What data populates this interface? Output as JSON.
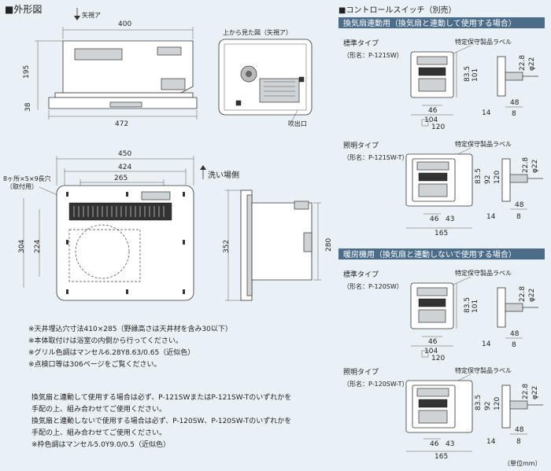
{
  "title": "■外形図",
  "drawing": {
    "arrow_a": "矢視ア",
    "top_view_label": "上から見た図（矢視ア）",
    "outlet": "吹出口",
    "wash_side": "洗い場側",
    "slot_label_1": "8ヶ所×5×9長穴",
    "slot_label_2": "（取付用）",
    "dims": {
      "d400": "400",
      "d195": "195",
      "d38": "38",
      "d472": "472",
      "d450": "450",
      "d424": "424",
      "d265": "265",
      "d304": "304",
      "d224": "224",
      "d352": "352",
      "d280": "280"
    }
  },
  "notes": [
    "※天井埋込穴寸法410×285（野縁高さは天井材を含み30以下）",
    "※本体取付けは浴室の内側から行ってください。",
    "※グリル色調はマンセル6.28Y8.63/0.65（近似色）",
    "※点検口等は306ページをご覧ください。"
  ],
  "notes2": [
    "換気扇と連動して使用する場合は必ず、P-121SWまたはP-121SW-Tのいずれかを",
    "手配の上、組み合わせてご使用ください。",
    "換気扇と連動しないで使用する場合は必ず、P-120SW、P-120SW-Tのいずれかを",
    "手配の上、組み合わせてご使用ください。",
    "※枠色調はマンセル5.0Y9.0/0.5（近似色）"
  ],
  "switch": {
    "title": "■コントロールスイッチ（別売）",
    "section1": "換気扇連動用（換気扇と連動して使用する場合）",
    "section2": "暖房機用（換気扇と連動しないで使用する場合）",
    "label_plate": "特定保守製品ラベル",
    "units": [
      {
        "type": "標準タイプ",
        "model": "（形名：P-121SW）",
        "d1": "83.5",
        "d2": "101",
        "d3": "46",
        "d4": "104",
        "d5": "120",
        "d6": "22.8",
        "d7": "φ22",
        "d8": "48",
        "d9": "14",
        "d10": "8"
      },
      {
        "type": "照明タイプ",
        "model": "（形名：P-121SW-T）",
        "d1": "83.5",
        "d2": "92",
        "d3": "120",
        "d4": "46",
        "d5": "43",
        "d6": "165",
        "d7": "22.8",
        "d8": "φ22",
        "d9": "48",
        "d10": "14",
        "d11": "8"
      },
      {
        "type": "標準タイプ",
        "model": "（形名：P-120SW）",
        "d1": "83.5",
        "d2": "101",
        "d3": "46",
        "d4": "104",
        "d5": "120",
        "d6": "22.8",
        "d7": "φ22",
        "d8": "48",
        "d9": "14",
        "d10": "8"
      },
      {
        "type": "照明タイプ",
        "model": "（形名：P-120SW-T）",
        "d1": "83.5",
        "d2": "92",
        "d3": "120",
        "d4": "46",
        "d5": "43",
        "d6": "165",
        "d7": "22.8",
        "d8": "φ22",
        "d9": "48",
        "d10": "14",
        "d11": "8"
      }
    ],
    "unit_note": "（単位mm）"
  }
}
